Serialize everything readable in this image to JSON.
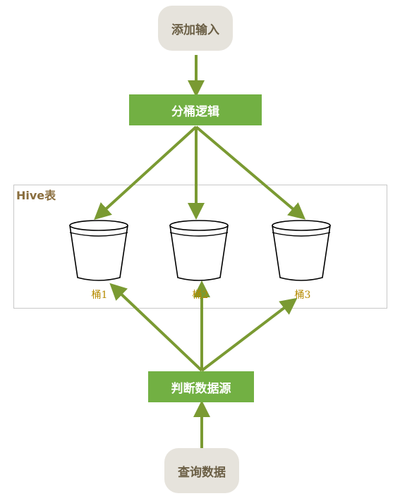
{
  "nodes": {
    "input": "添加输入",
    "bucket_logic": "分桶逻辑",
    "hive_table": "Hive表",
    "judge_source": "判断数据源",
    "query_data": "查询数据"
  },
  "buckets": [
    "桶1",
    "桶2",
    "桶3"
  ],
  "colors": {
    "green_box": "#72b043",
    "arrow": "#7a9a32",
    "rounded_box": "#e6e3dc",
    "rounded_text": "#6b5f45",
    "bucket_label": "#b58a00"
  }
}
